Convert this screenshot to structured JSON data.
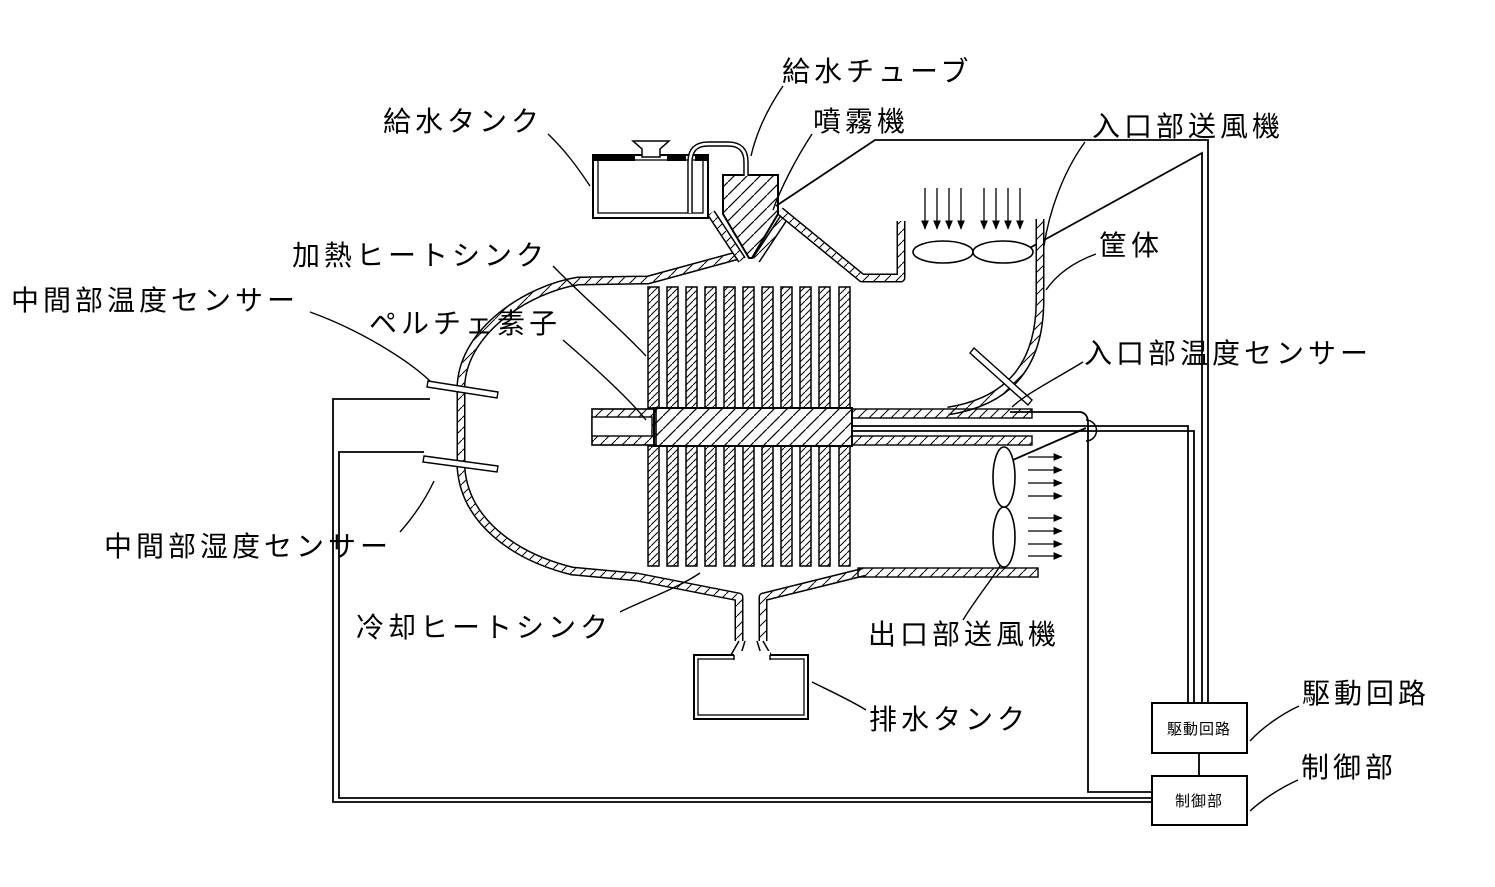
{
  "diagram": {
    "labels": {
      "water_supply_tube": "給水チューブ",
      "sprayer": "噴霧機",
      "inlet_fan": "入口部送風機",
      "water_supply_tank": "給水タンク",
      "heating_heatsink": "加熱ヒートシンク",
      "middle_temperature_sensor": "中間部温度センサー",
      "peltier_element": "ペルチェ素子",
      "housing": "筐体",
      "inlet_temperature_sensor": "入口部温度センサー",
      "middle_humidity_sensor": "中間部湿度センサー",
      "cooling_heatsink": "冷却ヒートシンク",
      "outlet_fan": "出口部送風機",
      "drain_tank": "排水タンク",
      "drive_circuit": "駆動回路",
      "control_unit": "制御部"
    },
    "box_labels": {
      "drive_circuit": "駆動回路",
      "control_unit": "制御部"
    },
    "colors": {
      "line": "#000000",
      "background": "#ffffff"
    }
  }
}
